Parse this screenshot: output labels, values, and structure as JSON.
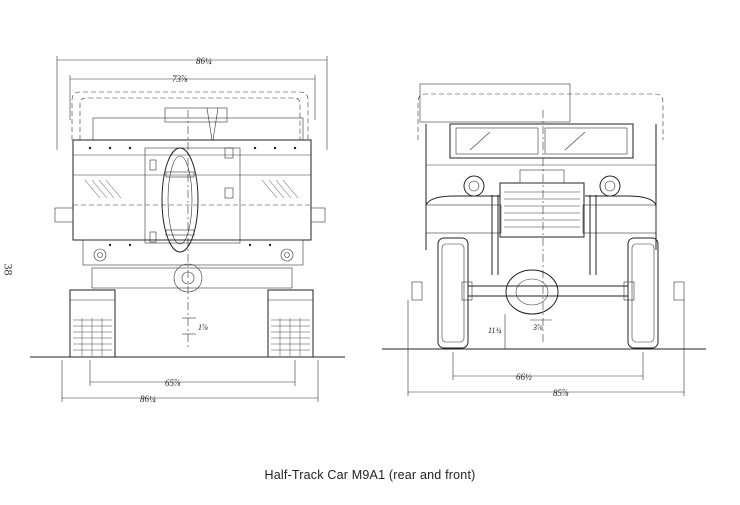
{
  "page_number": "38",
  "caption": "Half-Track Car M9A1 (rear and front)",
  "rear_view": {
    "dimensions": {
      "overall_width": "86¼",
      "body_width": "73⅞",
      "track_width": "65⅞",
      "lower_width": "86¼",
      "height_small": "1⅞"
    }
  },
  "front_view": {
    "dimensions": {
      "ground_clearance": "11¾",
      "axle_offset": "3⅞",
      "tread": "66½",
      "overall_width": "85⅞"
    }
  }
}
